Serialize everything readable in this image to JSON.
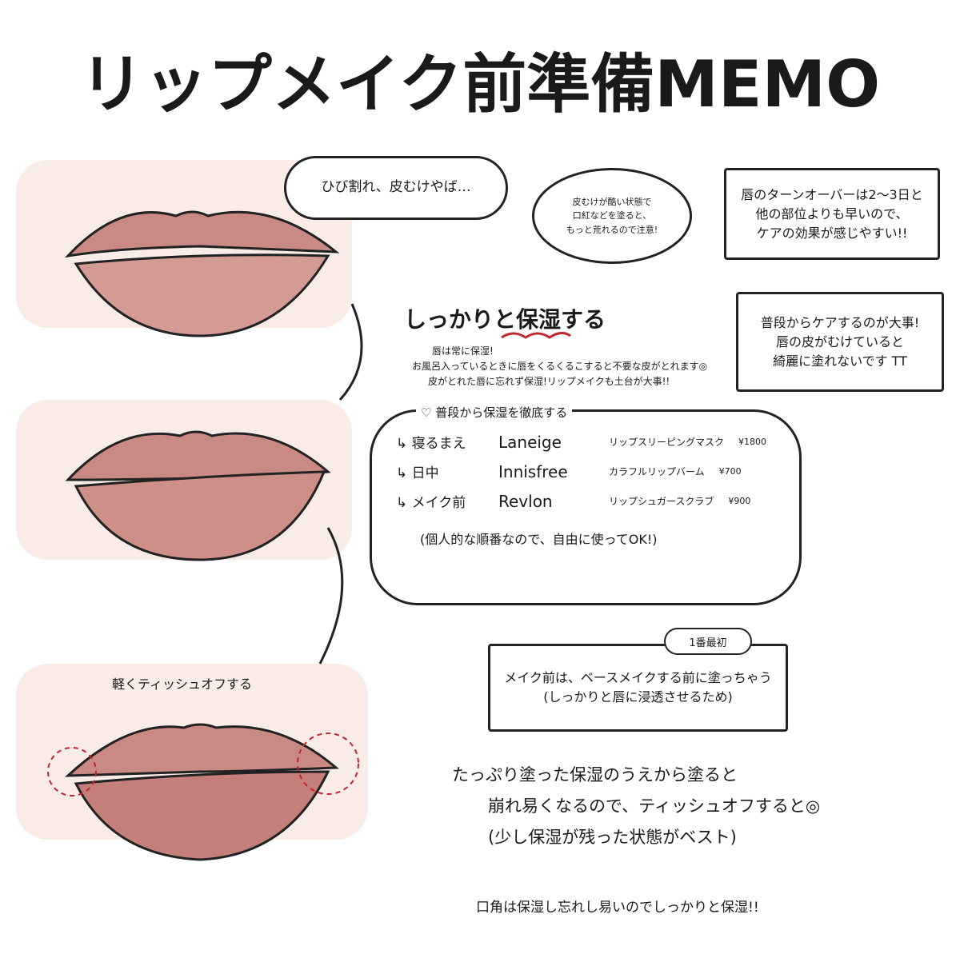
{
  "title": "リップメイク前準備MEMO",
  "bubble_crack": "ひび割れ、皮むけやば…",
  "bubble_warning": [
    "皮むけが酷い状態で",
    "口紅などを塗ると、",
    "もっと荒れるので注意!"
  ],
  "box_turnover": [
    "唇のターンオーバーは2〜3日と",
    "他の部位よりも早いので、",
    "ケアの効果が感じやすい!!"
  ],
  "box_daily": [
    "普段からケアするのが大事!",
    "唇の皮がむけていると",
    "綺麗に塗れないです TT"
  ],
  "section": {
    "heading": "しっかりと保湿する",
    "body": [
      "唇は常に保湿!",
      "お風呂入っているときに唇をくるくるこすると不要な皮がとれます◎",
      "皮がとれた唇に忘れず保湿!リップメイクも土台が大事!!"
    ]
  },
  "routine": {
    "heading": "♡ 普段から保湿を徹底する",
    "items": [
      {
        "timing": "↳ 寝るまえ",
        "brand": "Laneige",
        "product": "リップスリーピングマスク",
        "price": "¥1800"
      },
      {
        "timing": "↳ 日中",
        "brand": "Innisfree",
        "product": "カラフルリップバーム",
        "price": "¥700"
      },
      {
        "timing": "↳ メイク前",
        "brand": "Revlon",
        "product": "リップシュガースクラブ",
        "price": "¥900"
      }
    ],
    "note": "(個人的な順番なので、自由に使ってOK!)"
  },
  "first_tag": "1番最初",
  "box_first": [
    "メイク前は、ベースメイクする前に塗っちゃう",
    "(しっかりと唇に浸透させるため)"
  ],
  "tissue_label": "軽くティッシュオフする",
  "bottom": [
    "たっぷり塗った保湿のうえから塗ると",
    "崩れ易くなるので、ティッシュオフすると◎",
    "(少し保湿が残った状態がベスト)"
  ],
  "corner_note": "口角は保湿し忘れし易いのでしっかりと保湿!!",
  "colors": {
    "lip": "#c98a86",
    "lip_dark": "#b47470",
    "blush": "#f7e2da",
    "accent": "#c0262d"
  }
}
